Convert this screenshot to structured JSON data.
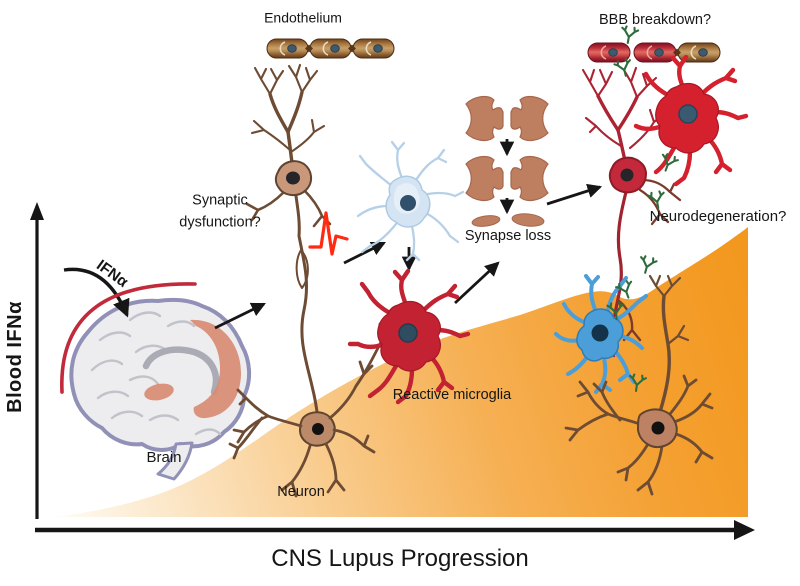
{
  "figure": {
    "type": "scientific-progression-diagram",
    "topic": "CNS lupus progression with rising blood interferon alpha"
  },
  "axes": {
    "y_label": "Blood IFNα",
    "x_label": "CNS Lupus Progression",
    "area_trend": "increasing"
  },
  "labels": {
    "endothelium": "Endothelium",
    "bbb_breakdown": "BBB breakdown?",
    "synaptic_dysfunction": "Synaptic\ndysfunction?",
    "ifn_alpha": "IFNα",
    "brain": "Brain",
    "neuron": "Neuron",
    "reactive_microglia": "Reactive microglia",
    "synapse_loss": "Synapse loss",
    "neurodegeneration": "Neurodegeneration?"
  },
  "colors": {
    "progression_area_orange": "#F3981F",
    "reactive_microglia_red": "#C32232",
    "activated_microglia_blue": "#4C9ED9",
    "resting_microglia_blue": "#D4E4F2",
    "neuron_tan": "#C9987B",
    "degenerating_neuron_red": "#C3293A",
    "endothelium_brown": "#A8763F",
    "bbb_cell_red": "#C03040",
    "antibody_green": "#2F6C3C",
    "spike_red": "#FF2A12",
    "ifn_arc_red": "#C12A3A",
    "brain_outline_purple": "#9191B8",
    "brain_region_salmon": "#D88C73",
    "text": "#161616"
  },
  "figures": [
    "brain-illustration",
    "endothelium-cells",
    "healthy-neuron",
    "action-potential-spike",
    "resting-microglia",
    "reactive-microglia",
    "synapse-pairs",
    "bbb-vessel-cells",
    "antibodies",
    "degenerating-neuron",
    "activated-microglia",
    "surviving-neuron"
  ]
}
